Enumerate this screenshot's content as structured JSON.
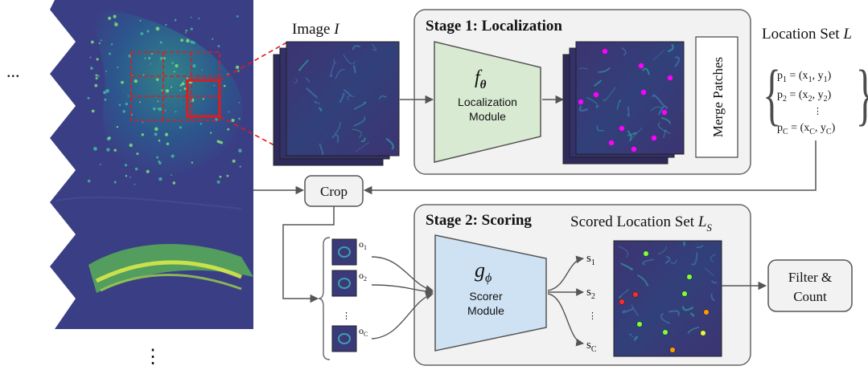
{
  "left_ellipsis": "...",
  "bottom_ellipsis": "⋮",
  "image_label": "Image ",
  "image_symbol": "I",
  "stage1": {
    "title": "Stage 1: Localization",
    "module_symbol": "f",
    "module_subscript": "θ",
    "module_line1": "Localization",
    "module_line2": "Module",
    "merge_label": "Merge Patches"
  },
  "location_set": {
    "title": "Location Set ",
    "symbol": "L",
    "entries": [
      {
        "p": "p",
        "sub": "1",
        "eq": " = (x",
        "xs": "1",
        "mid": ", y",
        "ys": "1",
        "end": ")"
      },
      {
        "p": "p",
        "sub": "2",
        "eq": " = (x",
        "xs": "2",
        "mid": ", y",
        "ys": "2",
        "end": ")"
      },
      {
        "p": "p",
        "sub": "C",
        "eq": " = (x",
        "xs": "C",
        "mid": ", y",
        "ys": "C",
        "end": ")"
      }
    ],
    "dots": "⋮"
  },
  "crop_label": "Crop",
  "stage2": {
    "title": "Stage 2: Scoring",
    "scored_title": "Scored Location Set ",
    "scored_symbol": "L",
    "scored_sub": "S",
    "module_symbol": "g",
    "module_subscript": "ϕ",
    "module_line1": "Scorer",
    "module_line2": "Module"
  },
  "crops": [
    {
      "o": "o",
      "sub": "1"
    },
    {
      "o": "o",
      "sub": "2"
    },
    {
      "o": "o",
      "sub": "C"
    }
  ],
  "crops_dots": "⋮",
  "scores": [
    {
      "s": "s",
      "sub": "1"
    },
    {
      "s": "s",
      "sub": "2"
    },
    {
      "s": "s",
      "sub": "C"
    }
  ],
  "scores_dots": "⋮",
  "filter_line1": "Filter &",
  "filter_line2": "Count",
  "colors": {
    "stage_box_fill": "#f2f2f2",
    "stage1_module_fill": "#d9ead3",
    "stage2_module_fill": "#cfe2f3",
    "micro_bg": "#3b2f6b",
    "tissue_bg": "#3a3f85",
    "highlight_red": "#e31a1c",
    "point_magenta": "#ff00ff",
    "point_green": "#7cff3a",
    "point_yellow": "#e6f542",
    "point_orange": "#ff9900",
    "point_red": "#ff2a2a",
    "arrow": "#555555"
  }
}
